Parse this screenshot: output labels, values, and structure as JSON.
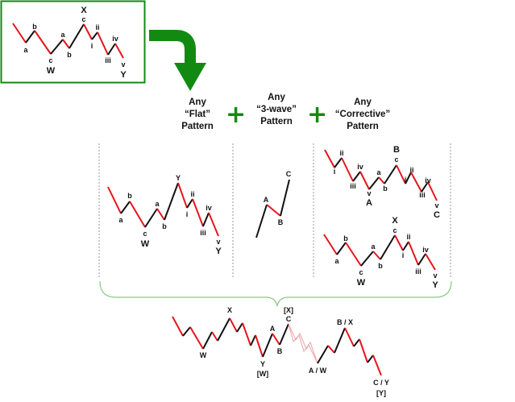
{
  "colors": {
    "impulse_red": "#e8141c",
    "corrective_black": "#111111",
    "box_green": "#128a12",
    "brace_green": "#86c986",
    "divider_gray": "#999999"
  },
  "headers": {
    "flat": {
      "line1": "Any",
      "line2": "“Flat”",
      "line3": "Pattern"
    },
    "three_wave": {
      "line1": "Any",
      "line2": "“3-wave”",
      "line3": "Pattern"
    },
    "corrective": {
      "line1": "Any",
      "line2": "“Corrective”",
      "line3": "Pattern"
    },
    "plus_symbol": "+"
  },
  "top_box": {
    "labels": {
      "a1": "a",
      "b1": "b",
      "c1": "c",
      "W": "W",
      "a2": "a",
      "b2": "b",
      "c2": "c",
      "X": "X",
      "i": "i",
      "ii": "ii",
      "iii": "iii",
      "iv": "iv",
      "v": "v",
      "Y": "Y"
    }
  },
  "flat_panel": {
    "labels": {
      "a1": "a",
      "b1": "b",
      "c1": "c",
      "W": "W",
      "a2": "a",
      "b2": "b",
      "Ytop": "Y",
      "i": "i",
      "ii": "ii",
      "iii": "iii",
      "iv": "iv",
      "v": "v",
      "Y": "Y"
    }
  },
  "three_wave_panel": {
    "labels": {
      "A": "A",
      "B": "B",
      "C": "C"
    }
  },
  "corrective_panel_top": {
    "labels": {
      "i1": "i",
      "ii1": "ii",
      "iii1": "iii",
      "iv1": "iv",
      "v1": "v",
      "A": "A",
      "a": "a",
      "b": "b",
      "c": "c",
      "B": "B",
      "i2": "i",
      "ii2": "ii",
      "iii2": "iii",
      "iv2": "iv",
      "v2": "v",
      "C": "C"
    }
  },
  "corrective_panel_bottom": {
    "labels": {
      "a1": "a",
      "b1": "b",
      "c1": "c",
      "W": "W",
      "a2": "a",
      "b2": "b",
      "c2": "c",
      "X": "X",
      "i": "i",
      "ii": "ii",
      "iii": "iii",
      "iv": "iv",
      "v": "v",
      "Y": "Y"
    }
  },
  "combined": {
    "labels": {
      "W": "W",
      "X": "X",
      "Y": "Y",
      "W_bracket": "[W]",
      "A": "A",
      "B": "B",
      "C": "C",
      "X_bracket": "[X]",
      "AW": "A / W",
      "BX": "B / X",
      "CY": "C / Y",
      "Y_bracket": "[Y]"
    }
  }
}
